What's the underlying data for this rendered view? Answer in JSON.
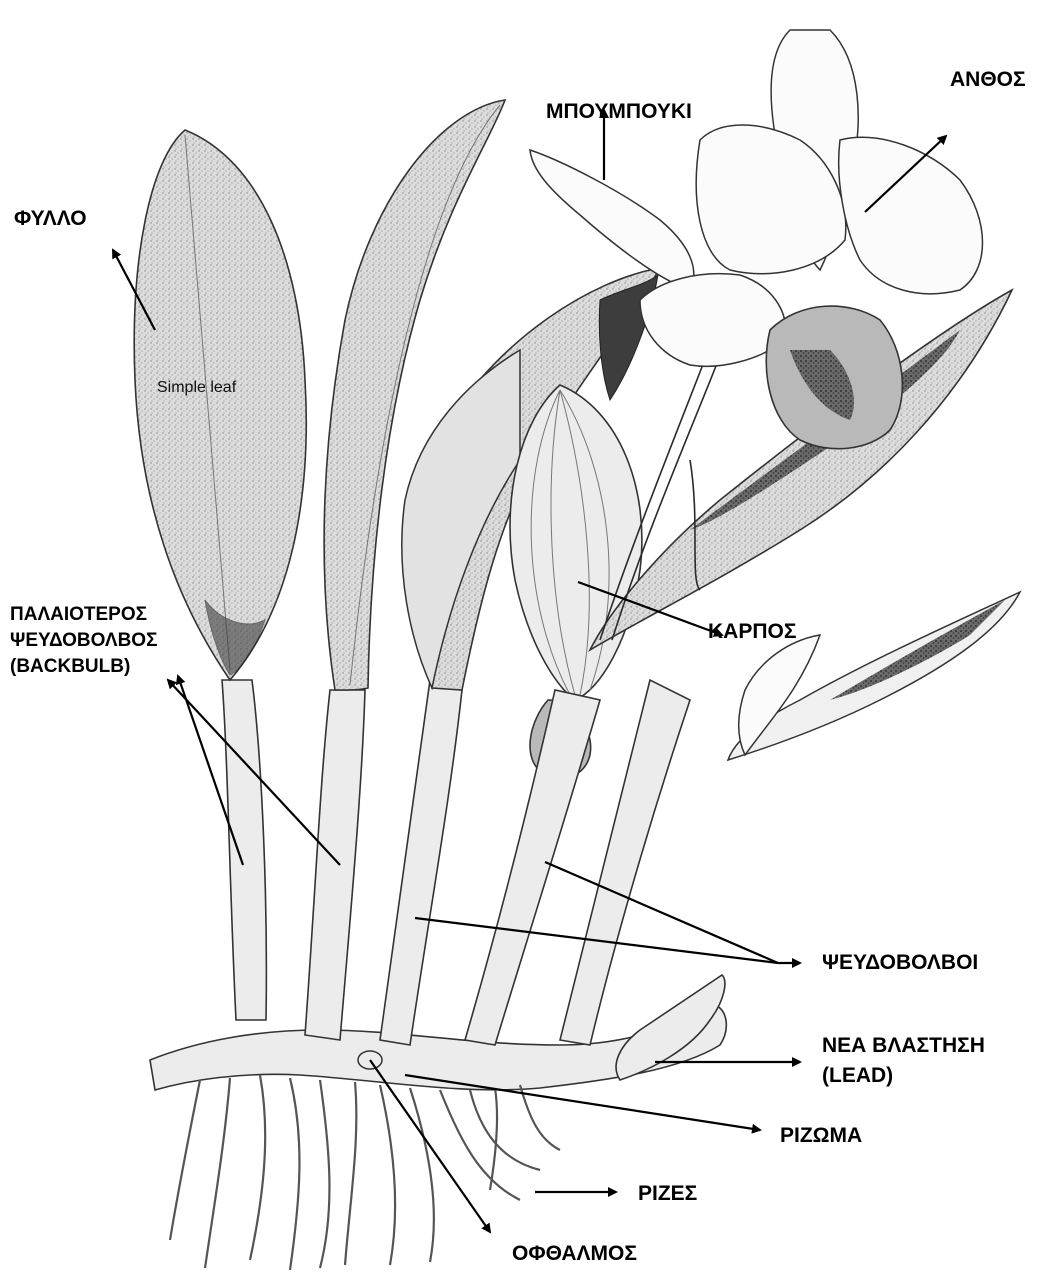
{
  "labels": {
    "bud": "ΜΠΟΥΜΠΟΥΚΙ",
    "flower": "ΑΝΘΟΣ",
    "leaf": "ΦΥΛΛΟ",
    "simple_leaf": "Simple leaf",
    "backbulb_line1": "ΠΑΛΑΙΟΤΕΡΟΣ",
    "backbulb_line2": "ΨΕΥΔΟΒΟΛΒΟΣ",
    "backbulb_line3": "(BACKBULB)",
    "fruit": "ΚΑΡΠΟΣ",
    "pseudobulbs": "ΨΕΥΔΟΒΟΛΒΟΙ",
    "lead_line1": "ΝΕΑ ΒΛΑΣΤΗΣΗ",
    "lead_line2": "(LEAD)",
    "rhizome": "ΡΙΖΩΜΑ",
    "roots": "ΡΙΖΕΣ",
    "eye": "ΟΦΘΑΛΜΟΣ"
  }
}
